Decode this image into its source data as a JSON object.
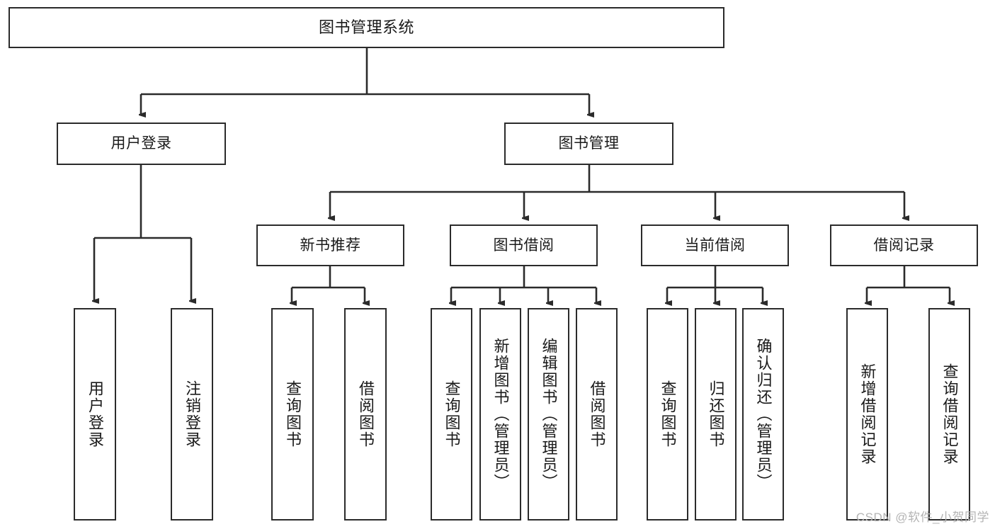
{
  "diagram": {
    "title": "图书管理系统",
    "watermark": "CSDN @软件_小贺同学",
    "line_color": "#2b2b2b",
    "box_fill": "#ffffff",
    "text_color": "#1a1a1a",
    "watermark_color": "#b4b4b4",
    "type": "tree-hierarchy-diagram",
    "levels": 4
  },
  "nodes": {
    "root": {
      "label": "图书管理系统"
    },
    "level2": [
      {
        "label": "用户登录"
      },
      {
        "label": "图书管理"
      }
    ],
    "level3": [
      {
        "label": "新书推荐"
      },
      {
        "label": "图书借阅"
      },
      {
        "label": "当前借阅"
      },
      {
        "label": "借阅记录"
      }
    ],
    "leaves": {
      "user_login": [
        {
          "label": "用户登录"
        },
        {
          "label": "注销登录"
        }
      ],
      "new_book_recommend": [
        {
          "label": "查询图书"
        },
        {
          "label": "借阅图书"
        }
      ],
      "book_borrow": [
        {
          "label": "查询图书"
        },
        {
          "label": "新增图书（管理员）"
        },
        {
          "label": "编辑图书（管理员）"
        },
        {
          "label": "借阅图书"
        }
      ],
      "current_borrow": [
        {
          "label": "查询图书"
        },
        {
          "label": "归还图书"
        },
        {
          "label": "确认归还（管理员）"
        }
      ],
      "borrow_record": [
        {
          "label": "新增借阅记录"
        },
        {
          "label": "查询借阅记录"
        }
      ]
    }
  }
}
